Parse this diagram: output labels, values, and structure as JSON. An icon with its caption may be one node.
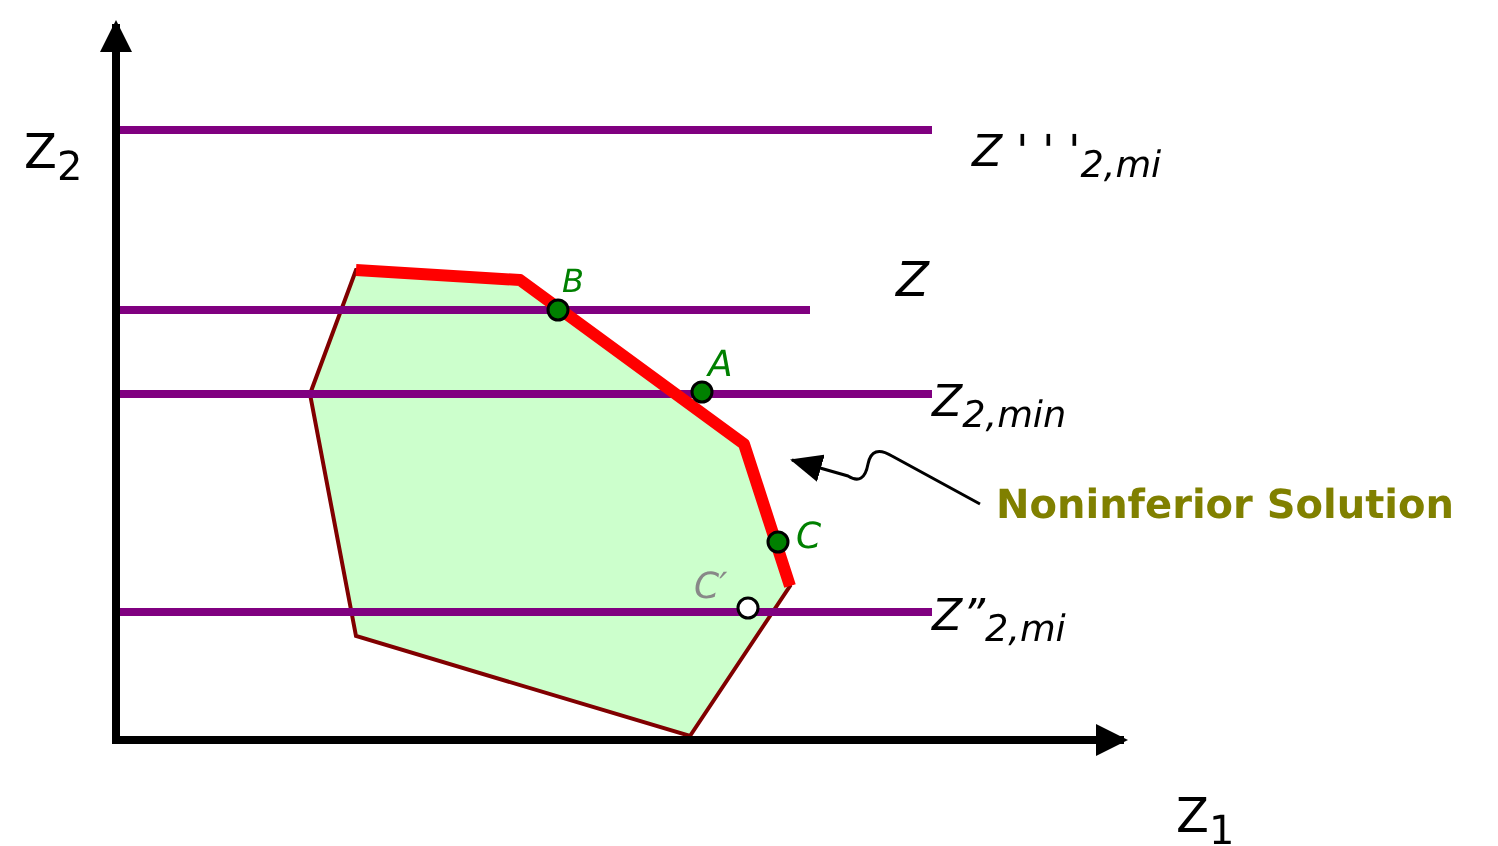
{
  "diagram": {
    "nodes": [
      {
        "text": [
          "Noninferior Solution"
        ]
      },
      {
        "text": [],
        "shape": "line"
      }
    ],
    "edges": [
      {
        "from": 0,
        "to": 1,
        "arrow": "to"
      }
    ],
    "labels": [
      "Z$_{2}$",
      "Z ' ' '$_{2,mi}$",
      "B",
      "Z",
      "A",
      "Z$_{2,min}$",
      "C",
      "C′",
      "Z”$_{2,mi}$",
      "Z$_{1}$"
    ]
  }
}
